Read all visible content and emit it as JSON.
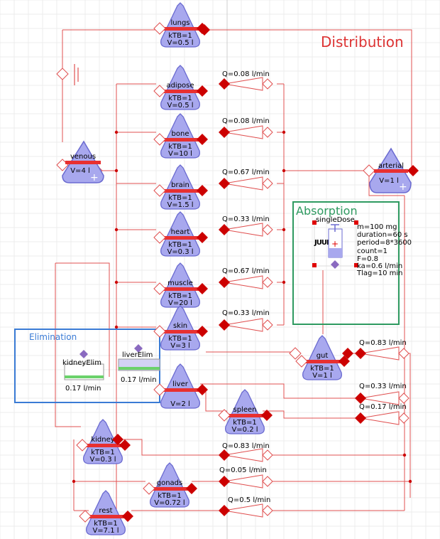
{
  "section_labels": {
    "distribution": "Distribution",
    "absorption": "Absorption",
    "elimination": "Elimination"
  },
  "colors": {
    "wire": "#e05050",
    "diamond": "#cc0000",
    "compartment_fill": "#a8a8ee",
    "compartment_stroke": "#6a6ad0",
    "band": "#e83030",
    "distribution_text": "#dd3333",
    "absorption_frame": "#2e9a60",
    "elimination_frame": "#3a7bd5",
    "grid": "#ececec"
  },
  "compartments": {
    "lungs": {
      "name": "lungs",
      "l1": "kTB=1",
      "l2": "V=0.5 l"
    },
    "adipose": {
      "name": "adipose",
      "l1": "kTB=1",
      "l2": "V=0.5 l"
    },
    "bone": {
      "name": "bone",
      "l1": "kTB=1",
      "l2": "V=10 l"
    },
    "brain": {
      "name": "brain",
      "l1": "kTB=1",
      "l2": "V=1.5 l"
    },
    "heart": {
      "name": "heart",
      "l1": "kTB=1",
      "l2": "V=0.3 l"
    },
    "muscle": {
      "name": "muscle",
      "l1": "kTB=1",
      "l2": "V=20 l"
    },
    "skin": {
      "name": "skin",
      "l1": "kTB=1",
      "l2": "V=3 l"
    },
    "liver": {
      "name": "liver",
      "l1": "",
      "l2": "V=2 l"
    },
    "spleen": {
      "name": "spleen",
      "l1": "kTB=1",
      "l2": "V=0.2 l"
    },
    "gut": {
      "name": "gut",
      "l1": "kTB=1",
      "l2": "V=1 l"
    },
    "kidney": {
      "name": "kidney",
      "l1": "kTB=1",
      "l2": "V=0.3 l"
    },
    "gonads": {
      "name": "gonads",
      "l1": "kTB=1",
      "l2": "V=0.72 l"
    },
    "rest": {
      "name": "rest",
      "l1": "kTB=1",
      "l2": "V=7.1 l"
    },
    "venous": {
      "name": "venous",
      "l1": "",
      "l2": "V=4 l"
    },
    "arterial": {
      "name": "arterial",
      "l1": "",
      "l2": "V=1 l"
    }
  },
  "flows": {
    "adipose": "Q=0.08 l/min",
    "bone": "Q=0.08 l/min",
    "brain": "Q=0.67 l/min",
    "heart": "Q=0.33 l/min",
    "muscle": "Q=0.67 l/min",
    "skin": "Q=0.33 l/min",
    "gut": "Q=0.83 l/min",
    "liver": "Q=0.33 l/min",
    "spleen": "Q=0.17 l/min",
    "kidney": "Q=0.83 l/min",
    "gonads": "Q=0.05 l/min",
    "rest": "Q=0.5 l/min"
  },
  "elimination": {
    "kidney": {
      "name": "kidneyElim",
      "rate": "0.17 l/min"
    },
    "liver": {
      "name": "liverElim",
      "rate": "0.17 l/min"
    }
  },
  "dose": {
    "name": "singleDose",
    "glyph": "JUUL",
    "params": [
      "m=100 mg",
      "duration=60 s",
      "period=8*3600",
      "count=1",
      "F=0.8",
      "ka=0.6 l/min",
      "Tlag=10 min"
    ]
  }
}
